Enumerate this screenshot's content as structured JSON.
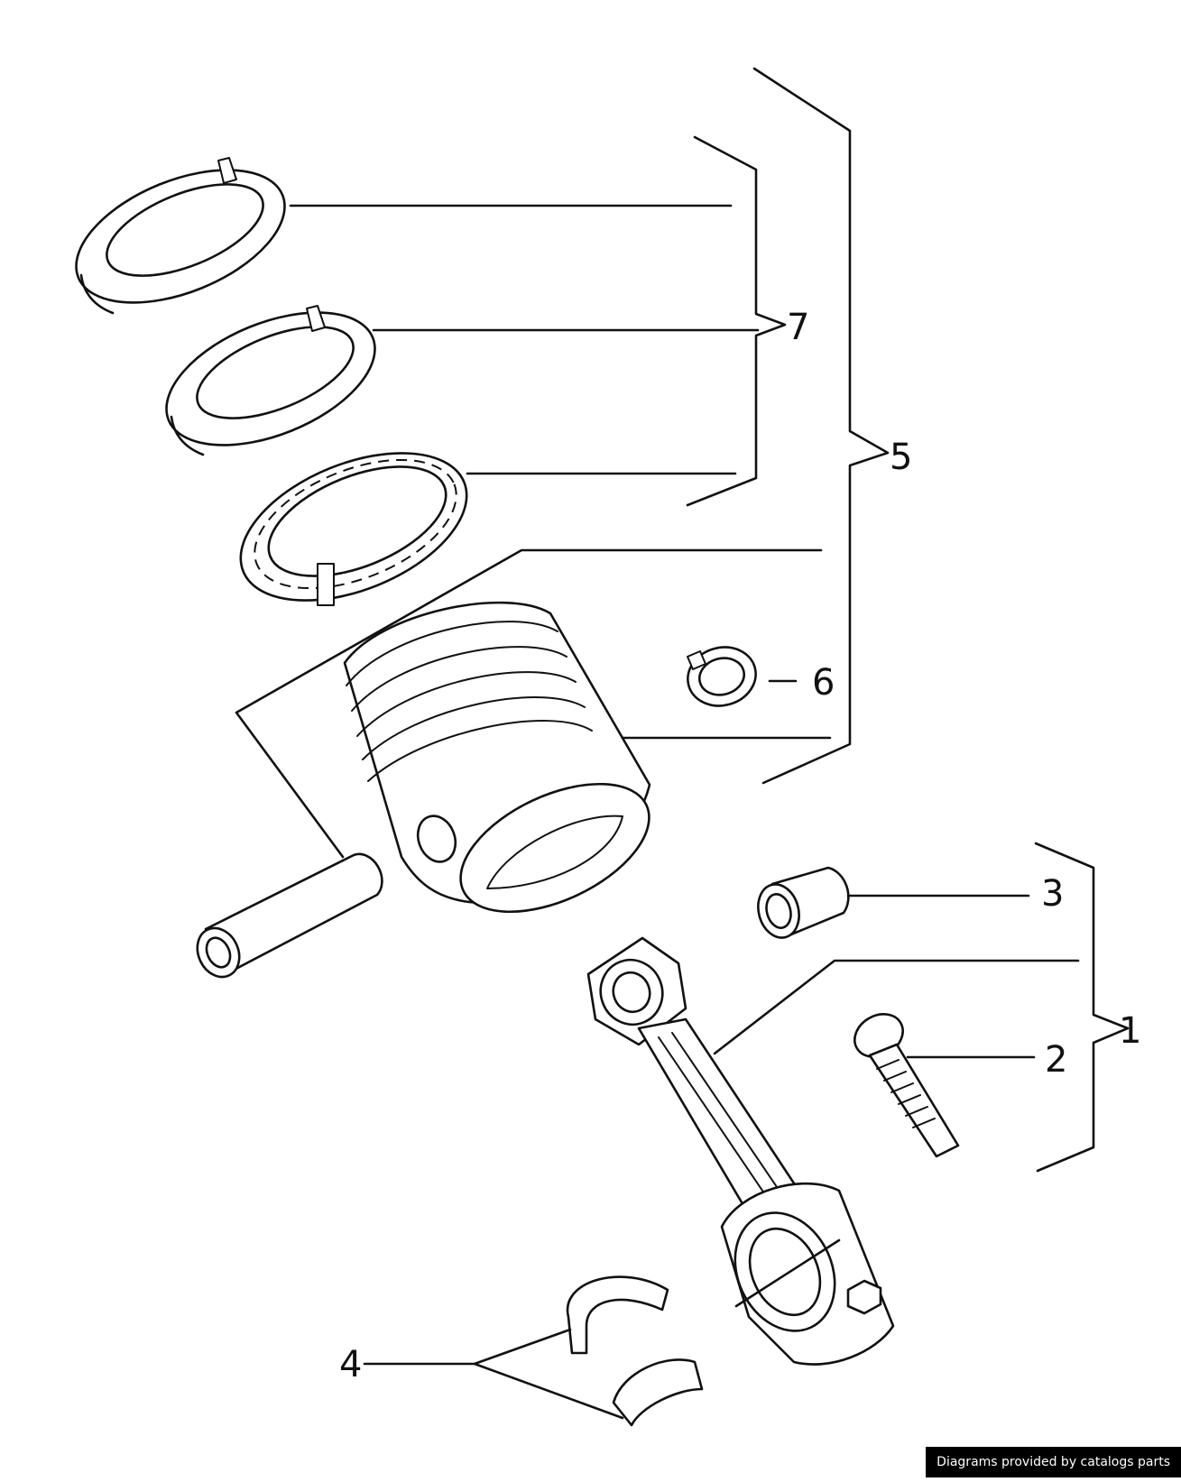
{
  "callouts": {
    "c1": "1",
    "c2": "2",
    "c3": "3",
    "c4": "4",
    "c5": "5",
    "c6": "6",
    "c7": "7"
  },
  "credit": "Diagrams provided by catalogs parts",
  "colors": {
    "ink": "#111111",
    "paper": "#ffffff",
    "credit_bg": "#000000"
  }
}
